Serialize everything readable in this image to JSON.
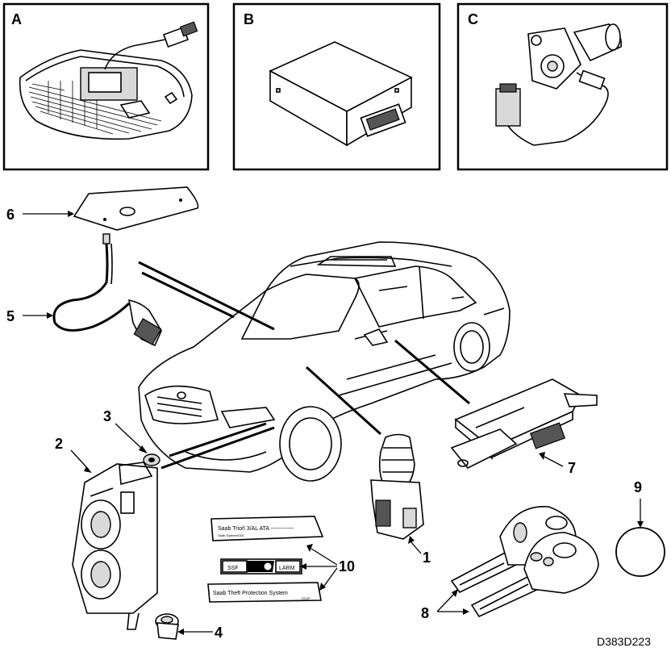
{
  "panels": [
    {
      "letter": "A"
    },
    {
      "letter": "B"
    },
    {
      "letter": "C"
    }
  ],
  "callouts": {
    "n1": "1",
    "n2": "2",
    "n3": "3",
    "n4": "4",
    "n5": "5",
    "n6": "6",
    "n7": "7",
    "n8": "8",
    "n9": "9",
    "n10": "10"
  },
  "labels": {
    "sticker_top_main": "Saab Trioñ 3/AL ATA ~~~~~~~",
    "sticker_top_sub": "Saab-System/ODI",
    "sticker_mid_left": "SSF",
    "sticker_mid_right": "LARM",
    "sticker_bottom": "Saab Theft Protection System",
    "sticker_bottom_sub": "STOP"
  },
  "doc_id": "D383D223"
}
